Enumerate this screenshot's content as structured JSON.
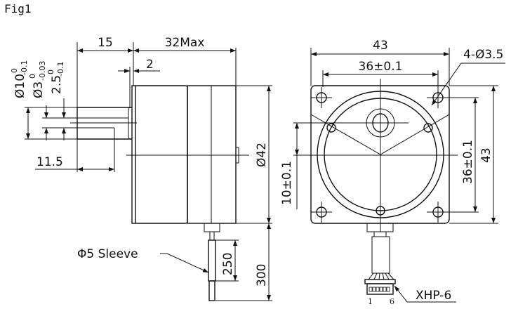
{
  "figure_label": "Fig1",
  "side_view": {
    "dim_shaft_length": "15",
    "dim_body_length": "32Max",
    "dim_flange": "2",
    "dim_shaft_dia": "Ø10",
    "dim_shaft_dia_tol_upper": "0",
    "dim_shaft_dia_tol_lower": "-0.1",
    "dim_inner_dia": "Ø3",
    "dim_inner_dia_tol_upper": "0",
    "dim_inner_dia_tol_lower": "-0.03",
    "dim_flat": "2.5",
    "dim_flat_tol_upper": "0",
    "dim_flat_tol_lower": "-0.1",
    "dim_flat_length": "11.5",
    "dim_body_dia": "Ø42",
    "dim_shaft_offset": "10±0.1",
    "sleeve_label": "Φ5 Sleeve",
    "dim_sleeve_length": "250",
    "dim_lead_length": "300"
  },
  "front_view": {
    "dim_width": "43",
    "dim_hole_spacing_h": "36±0.1",
    "dim_holes": "4-Ø3.5",
    "dim_hole_spacing_v": "36±0.1",
    "dim_height": "43",
    "connector_label": "XHP-6",
    "pin_first": "1",
    "pin_last": "6"
  }
}
